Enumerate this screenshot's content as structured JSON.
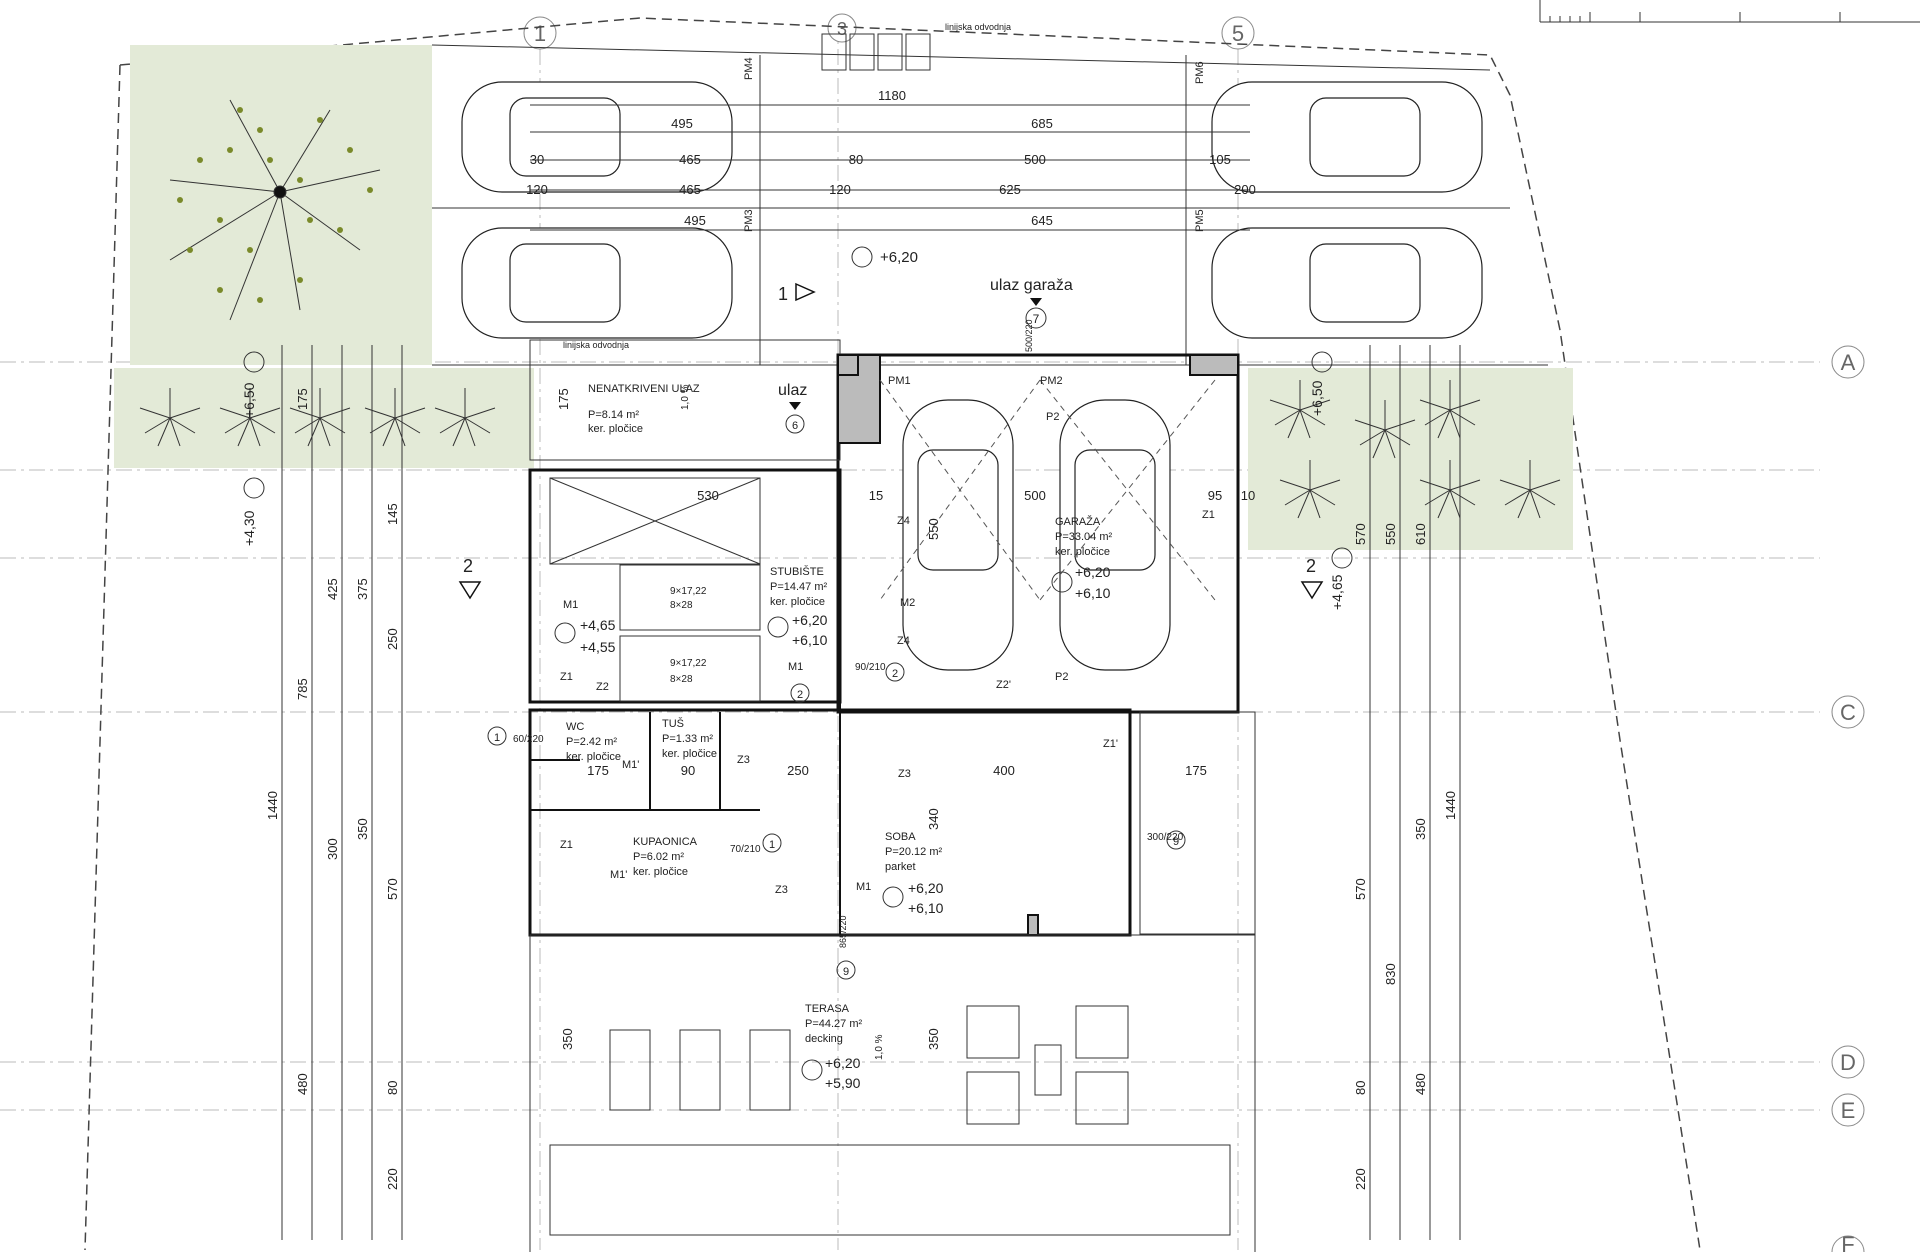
{
  "drawing_scale_bar": "",
  "axes": {
    "columns": [
      "1",
      "3",
      "5"
    ],
    "rows": [
      "A",
      "C",
      "D",
      "E",
      "F"
    ],
    "sections": [
      "1",
      "2",
      "2"
    ]
  },
  "notes": {
    "drain_top": "linijska odvodnja",
    "drain_mid": "linijska odvodnja",
    "garage_entry": "ulaz garaža",
    "entry": "ulaz",
    "slope1": "1,0 %",
    "slope2": "1,0 %"
  },
  "parking": {
    "pm3": "PM3",
    "pm4": "PM4",
    "pm5": "PM5",
    "pm6": "PM6",
    "pm1": "PM1",
    "pm2": "PM2"
  },
  "levels": {
    "drive": "+6,20",
    "left_garden": "+6,50",
    "left_low": "+4,30",
    "right_garden": "+6,50",
    "right_low": "+4,65",
    "stairs_top": "+4,65",
    "stairs_bottom": "+4,55",
    "stair_landing_a": "+6,20",
    "stair_landing_b": "+6,10",
    "garage_a": "+6,20",
    "garage_b": "+6,10",
    "room_a": "+6,20",
    "room_b": "+6,10",
    "terrace_a": "+6,20",
    "terrace_b": "+5,90"
  },
  "rooms": [
    {
      "name": "NENATKRIVENI ULAZ",
      "area": "P=8.14 m²",
      "floor": "ker. pločice"
    },
    {
      "name": "STUBIŠTE",
      "area": "P=14.47 m²",
      "floor": "ker. pločice"
    },
    {
      "name": "GARAŽA",
      "area": "P=33.04 m²",
      "floor": "ker. pločice"
    },
    {
      "name": "WC",
      "area": "P=2.42 m²",
      "floor": "ker. pločice"
    },
    {
      "name": "TUŠ",
      "area": "P=1.33 m²",
      "floor": "ker. pločice"
    },
    {
      "name": "KUPAONICA",
      "area": "P=6.02 m²",
      "floor": "ker. pločice"
    },
    {
      "name": "SOBA",
      "area": "P=20.12 m²",
      "floor": "parket"
    },
    {
      "name": "TERASA",
      "area": "P=44.27 m²",
      "floor": "decking"
    }
  ],
  "stairs": {
    "flight1_a": "9×17,22",
    "flight1_b": "8×28",
    "flight2_a": "9×17,22",
    "flight2_b": "8×28"
  },
  "tags": {
    "m1": "M1",
    "m2": "M2",
    "m1p": "M1'",
    "z1": "Z1",
    "z2": "Z2",
    "z2p": "Z2'",
    "z3": "Z3",
    "z4": "Z4",
    "z1p": "Z1'",
    "p2": "P2"
  },
  "door_marks": {
    "d1": "1",
    "d2": "2",
    "d6": "6",
    "d7": "7",
    "d9": "9"
  },
  "dimensions": {
    "top_total": "1180",
    "top_a": "495",
    "top_b": "685",
    "top_c": "465",
    "top_d": "80",
    "top_e": "500",
    "top_f": "105",
    "top_g": "30",
    "top_h": "465",
    "top_i": "625",
    "top_j": "120",
    "top_k": "120",
    "top_l": "200",
    "top_m": "495",
    "top_n": "645",
    "stair_w": "530",
    "garage_w": "500",
    "garage_r": "95",
    "garage_r2": "10",
    "wall15": "15",
    "room_w": "400",
    "bath_w": "175",
    "shower_w": "90",
    "hall_w": "250",
    "terrace_r": "175",
    "left_total": "1440",
    "left_785": "785",
    "left_425": "425",
    "left_375": "375",
    "left_250": "250",
    "left_300": "300",
    "left_350": "350",
    "left_570": "570",
    "left_480": "480",
    "left_80": "80",
    "left_220": "220",
    "left_175": "175",
    "left_145": "145",
    "right_total": "1440",
    "right_570": "570",
    "right_550": "550",
    "right_610": "610",
    "right_350": "350",
    "right_830": "830",
    "right_480": "480",
    "right_80": "80",
    "right_220": "220",
    "ter_350": "350",
    "ter_350b": "350",
    "room_340": "340",
    "garage_550": "550",
    "ent_175": "175",
    "door_70_210": "70/210",
    "door_90_210": "90/210",
    "door_60_220": "60/220",
    "door_300_220": "300/220",
    "door_865_220": "865/220",
    "door_500_220": "500/220"
  }
}
